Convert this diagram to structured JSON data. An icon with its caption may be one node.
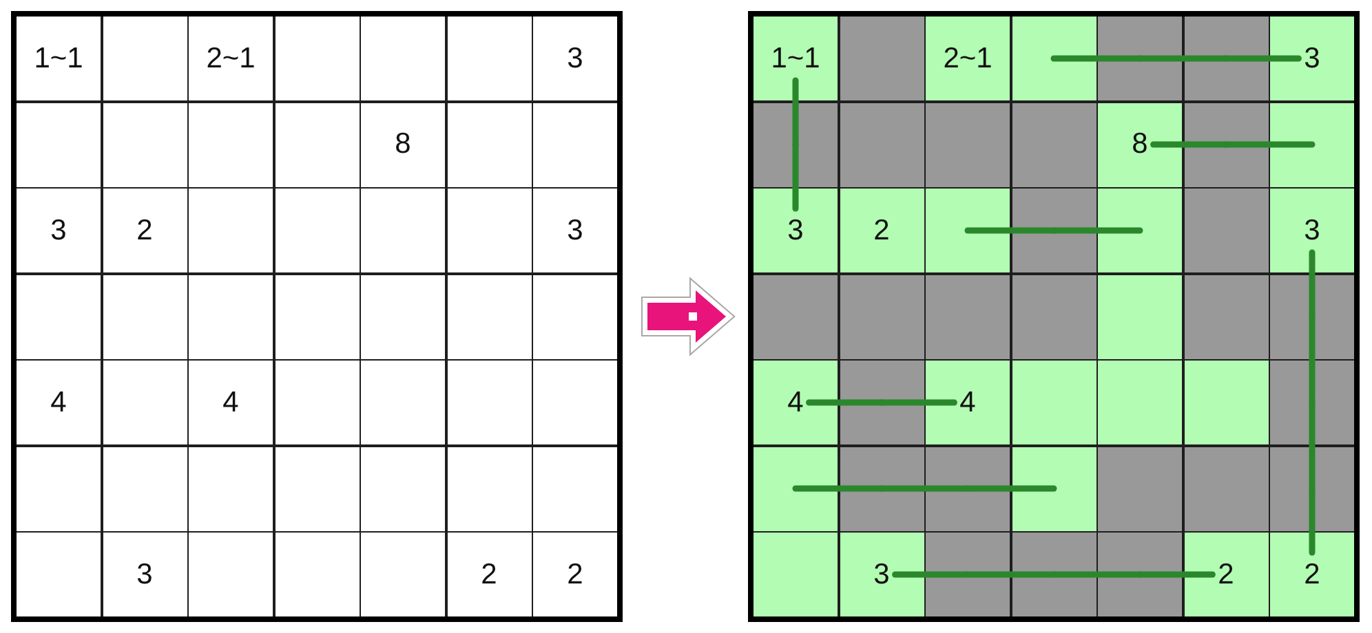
{
  "diagram": {
    "nodes": [
      {
        "text": [],
        "shape": "box"
      },
      {
        "text": [
          "1~1"
        ],
        "in": 0
      },
      {
        "text": [],
        "shape": "box",
        "in": 0
      },
      {
        "text": [
          "2~1"
        ],
        "in": 0
      },
      {
        "text": [],
        "shape": "box",
        "in": 0
      },
      {
        "text": [],
        "shape": "box",
        "in": 0
      },
      {
        "text": [],
        "shape": "box",
        "in": 0
      },
      {
        "text": [
          "3"
        ],
        "in": 0
      },
      {
        "text": [],
        "shape": "box",
        "in": 0
      },
      {
        "text": [],
        "shape": "box",
        "in": 0
      },
      {
        "text": [],
        "shape": "box",
        "in": 0
      },
      {
        "text": [],
        "shape": "box",
        "in": 0
      },
      {
        "text": [
          "8"
        ],
        "in": 0
      },
      {
        "text": [],
        "shape": "box",
        "in": 0
      },
      {
        "text": [],
        "shape": "box",
        "in": 0
      },
      {
        "text": [
          "3"
        ],
        "in": 0
      },
      {
        "text": [
          "2"
        ],
        "in": 0
      },
      {
        "text": [],
        "shape": "box",
        "in": 0
      },
      {
        "text": [],
        "shape": "box",
        "in": 0
      },
      {
        "text": [],
        "shape": "box",
        "in": 0
      },
      {
        "text": [],
        "shape": "box",
        "in": 0
      },
      {
        "text": [
          "3"
        ],
        "in": 0
      },
      {
        "text": [],
        "shape": "box",
        "in": 0
      },
      {
        "text": [],
        "shape": "box",
        "in": 0
      },
      {
        "text": [],
        "shape": "box",
        "in": 0
      },
      {
        "text": [],
        "shape": "box",
        "in": 0
      },
      {
        "text": [],
        "shape": "box",
        "in": 0
      },
      {
        "text": [],
        "shape": "box",
        "in": 0
      },
      {
        "text": [],
        "shape": "box",
        "in": 0
      },
      {
        "text": [
          "4"
        ],
        "in": 0
      },
      {
        "text": [],
        "shape": "box",
        "in": 0
      },
      {
        "text": [
          "4"
        ],
        "in": 0
      },
      {
        "text": [],
        "shape": "box",
        "in": 0
      },
      {
        "text": [],
        "shape": "box",
        "in": 0
      },
      {
        "text": [],
        "shape": "box",
        "in": 0
      },
      {
        "text": [],
        "shape": "box",
        "in": 0
      },
      {
        "text": [],
        "shape": "box",
        "in": 0
      },
      {
        "text": [],
        "shape": "box",
        "in": 0
      },
      {
        "text": [],
        "shape": "box",
        "in": 0
      },
      {
        "text": [],
        "shape": "box",
        "in": 0
      },
      {
        "text": [],
        "shape": "box",
        "in": 0
      },
      {
        "text": [],
        "shape": "box",
        "in": 0
      },
      {
        "text": [],
        "shape": "box",
        "in": 0
      },
      {
        "text": [],
        "shape": "box",
        "in": 0
      },
      {
        "text": [
          "3"
        ],
        "in": 0
      },
      {
        "text": [],
        "shape": "box",
        "in": 0
      },
      {
        "text": [],
        "shape": "box",
        "in": 0
      },
      {
        "text": [],
        "shape": "box",
        "in": 0
      },
      {
        "text": [
          "2"
        ],
        "in": 0
      },
      {
        "text": [
          "2"
        ],
        "in": 0
      },
      {
        "text": [],
        "shape": "box"
      },
      {
        "text": [
          "1~1"
        ],
        "in": 50
      },
      {
        "text": [],
        "shape": "box",
        "in": 50
      },
      {
        "text": [
          "2~1"
        ],
        "in": 50
      },
      {
        "text": [],
        "shape": "box",
        "in": 50
      },
      {
        "text": [],
        "shape": "box",
        "in": 50
      },
      {
        "text": [],
        "shape": "box",
        "in": 50
      },
      {
        "text": [
          "3"
        ],
        "in": 50
      },
      {
        "text": [],
        "shape": "box",
        "in": 50
      },
      {
        "text": [],
        "shape": "box",
        "in": 50
      },
      {
        "text": [],
        "shape": "box",
        "in": 50
      },
      {
        "text": [],
        "shape": "box",
        "in": 50
      },
      {
        "text": [
          "8"
        ],
        "in": 50
      },
      {
        "text": [],
        "shape": "box",
        "in": 50
      },
      {
        "text": [],
        "shape": "box",
        "in": 50
      },
      {
        "text": [
          "3"
        ],
        "in": 50
      },
      {
        "text": [
          "2"
        ],
        "in": 50
      },
      {
        "text": [],
        "shape": "box",
        "in": 50
      },
      {
        "text": [],
        "shape": "box",
        "in": 50
      },
      {
        "text": [],
        "shape": "box",
        "in": 50
      },
      {
        "text": [],
        "shape": "box",
        "in": 50
      },
      {
        "text": [
          "3"
        ],
        "in": 50
      },
      {
        "text": [],
        "shape": "box",
        "in": 50
      },
      {
        "text": [],
        "shape": "box",
        "in": 50
      },
      {
        "text": [],
        "shape": "box",
        "in": 50
      },
      {
        "text": [],
        "shape": "box",
        "in": 50
      },
      {
        "text": [],
        "shape": "box",
        "in": 50
      },
      {
        "text": [],
        "shape": "box",
        "in": 50
      },
      {
        "text": [],
        "shape": "box",
        "in": 50
      },
      {
        "text": [
          "4"
        ],
        "in": 50
      },
      {
        "text": [],
        "shape": "box",
        "in": 50
      },
      {
        "text": [
          "4"
        ],
        "in": 50
      },
      {
        "text": [],
        "shape": "box",
        "in": 50
      },
      {
        "text": [],
        "shape": "box",
        "in": 50
      },
      {
        "text": [],
        "shape": "box",
        "in": 50
      },
      {
        "text": [],
        "shape": "box",
        "in": 50
      },
      {
        "text": [],
        "shape": "box",
        "in": 50
      },
      {
        "text": [],
        "shape": "box",
        "in": 50
      },
      {
        "text": [],
        "shape": "box",
        "in": 50
      },
      {
        "text": [],
        "shape": "box",
        "in": 50
      },
      {
        "text": [],
        "shape": "box",
        "in": 50
      },
      {
        "text": [],
        "shape": "box",
        "in": 50
      },
      {
        "text": [],
        "shape": "box",
        "in": 50
      },
      {
        "text": [],
        "shape": "box",
        "in": 50
      },
      {
        "text": [
          "3"
        ],
        "in": 50
      },
      {
        "text": [],
        "shape": "box",
        "in": 50
      },
      {
        "text": [],
        "shape": "box",
        "in": 50
      },
      {
        "text": [],
        "shape": "box",
        "in": 50
      },
      {
        "text": [
          "2"
        ],
        "in": 50
      },
      {
        "text": [
          "2"
        ],
        "in": 50
      }
    ],
    "edges": [
      {
        "from": 0,
        "to": 50,
        "arrow": "to",
        "style": "thick",
        "color": "#e8137b"
      },
      {
        "from": 51,
        "to": 58,
        "arrow": "none"
      },
      {
        "from": 58,
        "to": 65,
        "arrow": "none"
      },
      {
        "from": 54,
        "to": 55,
        "arrow": "none"
      },
      {
        "from": 55,
        "to": 56,
        "arrow": "none"
      },
      {
        "from": 56,
        "to": 57,
        "arrow": "none"
      },
      {
        "from": 62,
        "to": 63,
        "arrow": "none"
      },
      {
        "from": 63,
        "to": 64,
        "arrow": "none"
      },
      {
        "from": 67,
        "to": 68,
        "arrow": "none"
      },
      {
        "from": 68,
        "to": 69,
        "arrow": "none"
      },
      {
        "from": 71,
        "to": 78,
        "arrow": "none"
      },
      {
        "from": 78,
        "to": 85,
        "arrow": "none"
      },
      {
        "from": 85,
        "to": 92,
        "arrow": "none"
      },
      {
        "from": 92,
        "to": 99,
        "arrow": "none"
      },
      {
        "from": 79,
        "to": 80,
        "arrow": "none"
      },
      {
        "from": 80,
        "to": 81,
        "arrow": "none"
      },
      {
        "from": 86,
        "to": 87,
        "arrow": "none"
      },
      {
        "from": 87,
        "to": 88,
        "arrow": "none"
      },
      {
        "from": 88,
        "to": 89,
        "arrow": "none"
      },
      {
        "from": 94,
        "to": 95,
        "arrow": "none"
      },
      {
        "from": 95,
        "to": 96,
        "arrow": "none"
      },
      {
        "from": 96,
        "to": 97,
        "arrow": "none"
      },
      {
        "from": 97,
        "to": 98,
        "arrow": "none"
      }
    ]
  }
}
